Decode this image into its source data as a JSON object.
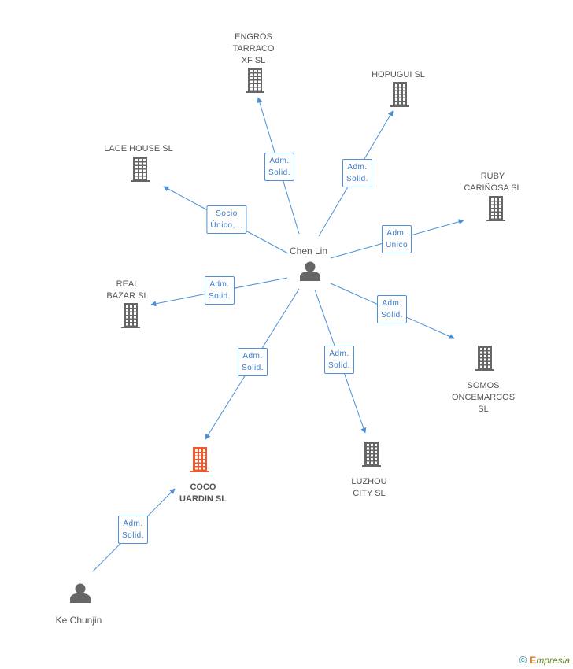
{
  "nodes": [
    {
      "id": "chen",
      "label": "Chen Lin",
      "type": "person",
      "color": "#666666"
    },
    {
      "id": "ke",
      "label": "Ke Chunjin",
      "type": "person",
      "color": "#666666"
    },
    {
      "id": "coco",
      "label": "COCO\nUARDIN SL",
      "type": "company",
      "color": "#f2572a",
      "focus": true
    },
    {
      "id": "engros",
      "label": "ENGROS\nTARRACO\nXF  SL",
      "type": "company",
      "color": "#666666"
    },
    {
      "id": "hopugui",
      "label": "HOPUGUI SL",
      "type": "company",
      "color": "#666666"
    },
    {
      "id": "lace",
      "label": "LACE HOUSE SL",
      "type": "company",
      "color": "#666666"
    },
    {
      "id": "ruby",
      "label": "RUBY\nCARIÑOSA  SL",
      "type": "company",
      "color": "#666666"
    },
    {
      "id": "real",
      "label": "REAL\nBAZAR SL",
      "type": "company",
      "color": "#666666"
    },
    {
      "id": "somos",
      "label": "SOMOS\nONCEMARCOS\nSL",
      "type": "company",
      "color": "#666666"
    },
    {
      "id": "luzhou",
      "label": "LUZHOU\nCITY SL",
      "type": "company",
      "color": "#666666"
    }
  ],
  "edges": [
    {
      "from": "chen",
      "to": "engros",
      "label": "Adm.\nSolid."
    },
    {
      "from": "chen",
      "to": "hopugui",
      "label": "Adm.\nSolid."
    },
    {
      "from": "chen",
      "to": "lace",
      "label": "Socio\nÚnico,..."
    },
    {
      "from": "chen",
      "to": "ruby",
      "label": "Adm.\nUnico"
    },
    {
      "from": "chen",
      "to": "real",
      "label": "Adm.\nSolid."
    },
    {
      "from": "chen",
      "to": "somos",
      "label": "Adm.\nSolid."
    },
    {
      "from": "chen",
      "to": "coco",
      "label": "Adm.\nSolid."
    },
    {
      "from": "chen",
      "to": "luzhou",
      "label": "Adm.\nSolid."
    },
    {
      "from": "ke",
      "to": "coco",
      "label": "Adm.\nSolid."
    }
  ],
  "colors": {
    "edge": "#4a90d9",
    "edge_text": "#3a7bc8"
  },
  "watermark": {
    "copyright": "©",
    "brand_initial": "E",
    "brand_rest": "mpresia"
  }
}
